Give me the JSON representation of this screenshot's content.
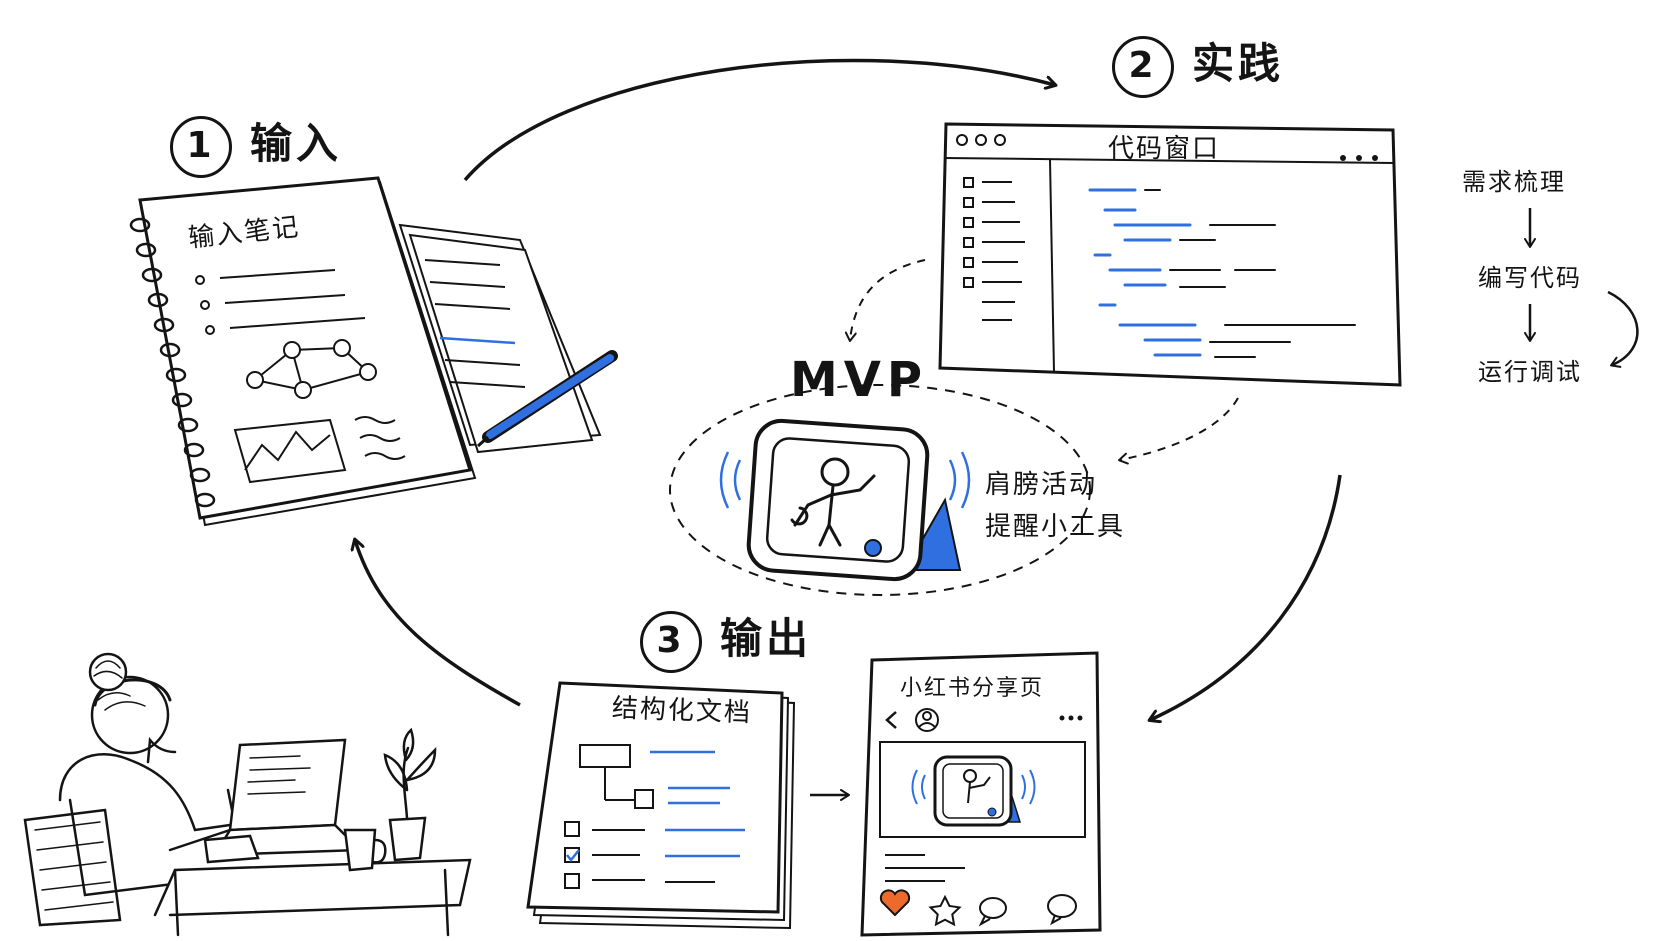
{
  "steps": [
    {
      "num": "1",
      "label": "输入"
    },
    {
      "num": "2",
      "label": "实践"
    },
    {
      "num": "3",
      "label": "输出"
    }
  ],
  "notebook": {
    "title": "输入笔记"
  },
  "code_window": {
    "title": "代码窗口"
  },
  "dev_flow": [
    "需求梳理",
    "编写代码",
    "运行调试"
  ],
  "mvp": {
    "label": "MVP",
    "caption_line1": "肩膀活动",
    "caption_line2": "提醒小工具"
  },
  "doc": {
    "title": "结构化文档"
  },
  "share_page": {
    "title": "小红书分享页"
  },
  "colors": {
    "ink": "#141414",
    "accent_blue": "#2f6fe0",
    "heart_orange": "#ec6a2b"
  }
}
